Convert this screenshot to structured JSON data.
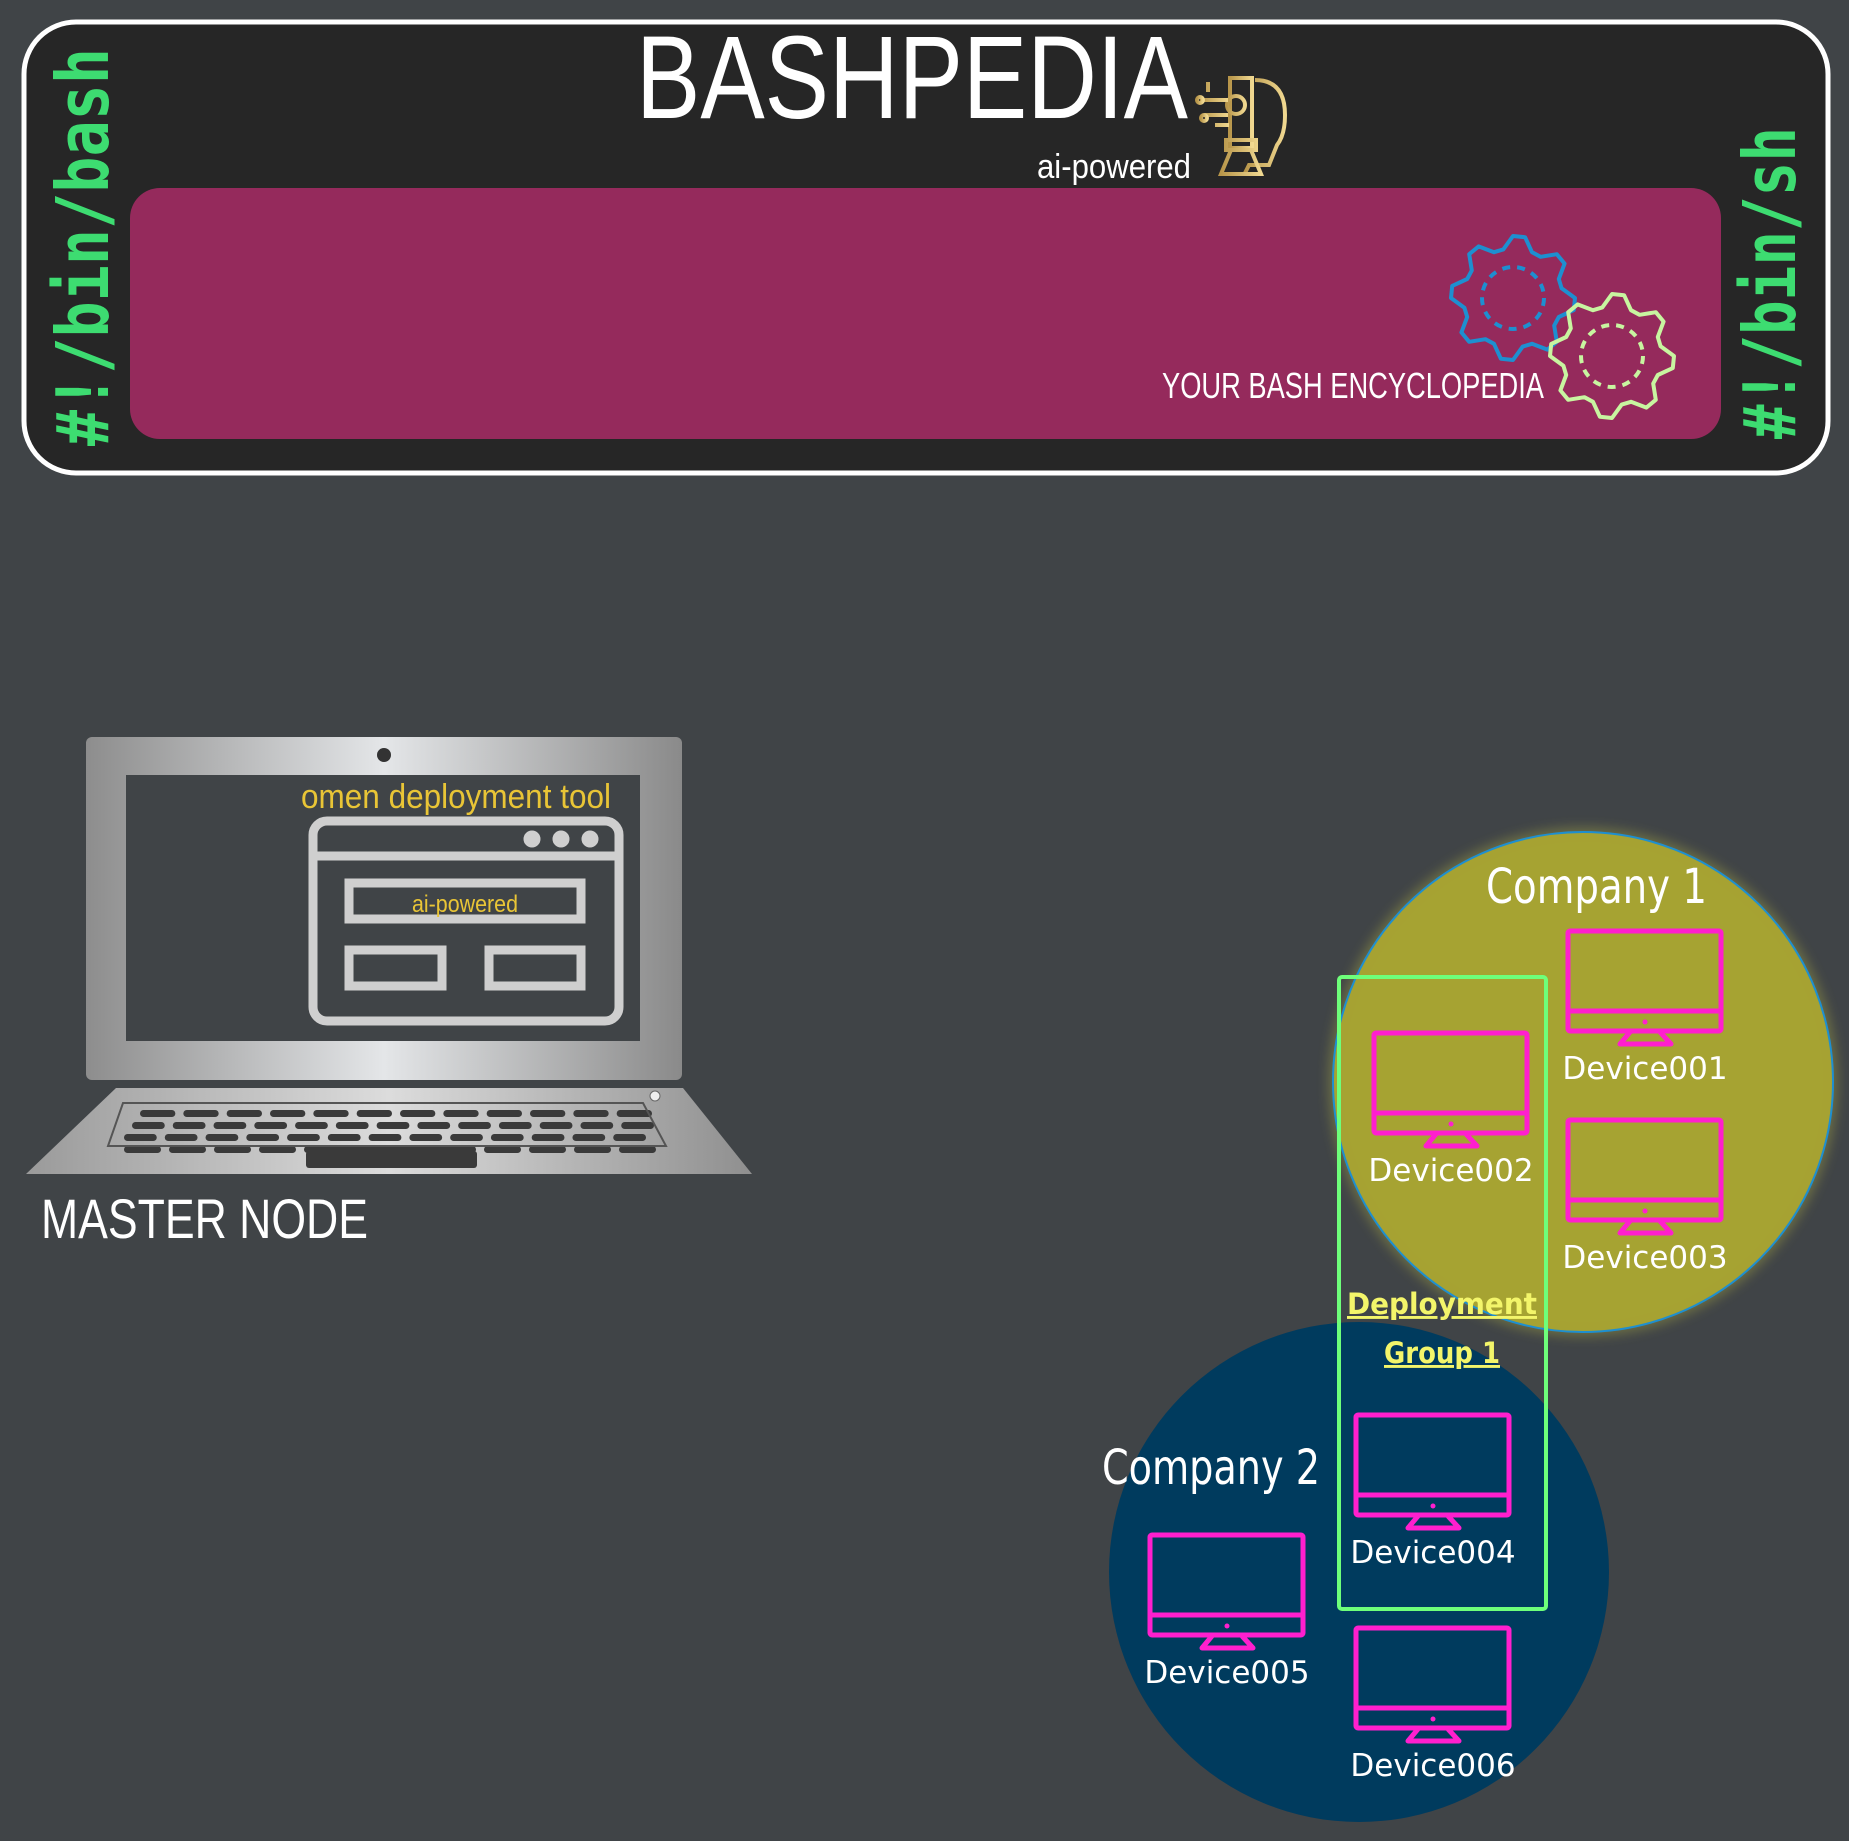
{
  "header": {
    "title": "BASHPEDIA",
    "subtitle": "ai-powered",
    "tagline": "YOUR BASH ENCYCLOPEDIA",
    "left_shebang": "#!/bin/bash",
    "right_shebang": "#!/bin/sh",
    "icons": [
      "ai-head-circuit-icon",
      "gears-icon"
    ]
  },
  "master_node": {
    "label": "MASTER NODE",
    "screen_title": "omen deployment tool",
    "window_field": "ai-powered"
  },
  "companies": [
    {
      "label": "Company 1",
      "color": "#a8a432"
    },
    {
      "label": "Company 2",
      "color": "#003b5e"
    }
  ],
  "deployment_group": {
    "line1": "Deployment",
    "line2": "Group 1",
    "color": "#6eff7a"
  },
  "devices": [
    "Device001",
    "Device002",
    "Device003",
    "Device004",
    "Device005",
    "Device006"
  ],
  "colors": {
    "background": "#404447",
    "header_bg": "#262626",
    "banner": "#952a5c",
    "shebang_green": "#3ddc71",
    "device_magenta": "#ff1fce",
    "accent_yellow": "#e9c536"
  }
}
